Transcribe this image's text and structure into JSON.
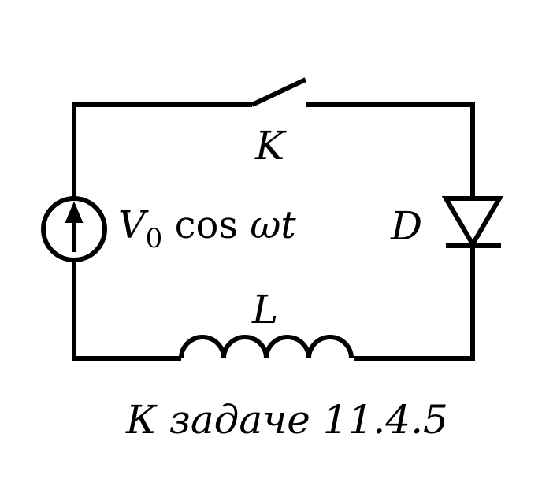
{
  "labels": {
    "switch": "K",
    "source_symbol": "V",
    "source_sub": "0",
    "source_func": "cos",
    "source_arg": "ωt",
    "diode": "D",
    "inductor": "L"
  },
  "caption": "К задаче 11.4.5",
  "colors": {
    "line": "#000000",
    "background": "#ffffff"
  }
}
